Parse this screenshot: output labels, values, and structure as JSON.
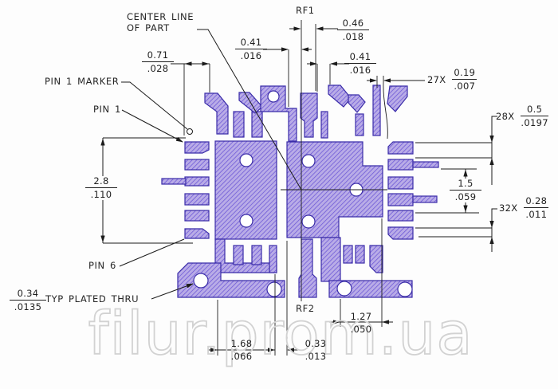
{
  "drawing": {
    "watermark": "filur.prom.ua",
    "callouts": {
      "center_line_line1": "CENTER LINE",
      "center_line_line2": "OF PART",
      "pin1_marker": "PIN 1 MARKER",
      "pin1": "PIN 1",
      "pin6": "PIN 6",
      "typ_plated_thru": "TYP PLATED THRU",
      "rf1": "RF1",
      "rf2": "RF2"
    },
    "dims": {
      "pad_offset": {
        "mm": "0.71",
        "in": ".028"
      },
      "gap_left": {
        "mm": "0.41",
        "in": ".016"
      },
      "rf1_width": {
        "mm": "0.46",
        "in": ".018"
      },
      "gap_right": {
        "mm": "0.41",
        "in": ".016"
      },
      "trace_space": {
        "count": "27X",
        "mm": "0.19",
        "in": ".007"
      },
      "pin_pitch": {
        "count": "28X",
        "mm": "0.5",
        "in": ".0197"
      },
      "span_right": {
        "mm": "1.5",
        "in": ".059"
      },
      "pad_width": {
        "count": "32X",
        "mm": "0.28",
        "in": ".011"
      },
      "body_height": {
        "mm": "2.8",
        "in": ".110"
      },
      "hole_dia": {
        "mm": "0.34",
        "in": ".0135"
      },
      "bottom_left": {
        "mm": "1.68",
        "in": ".066"
      },
      "bottom_mid": {
        "mm": "0.33",
        "in": ".013"
      },
      "bottom_right": {
        "mm": "1.27",
        "in": ".050"
      }
    },
    "colors": {
      "pad_fill": "#b9ace7",
      "pad_hatch": "#6a55d6",
      "pad_outline": "#3a2ca8",
      "annotation": "#1c1c1c",
      "watermark": "#d2d2d2"
    }
  }
}
